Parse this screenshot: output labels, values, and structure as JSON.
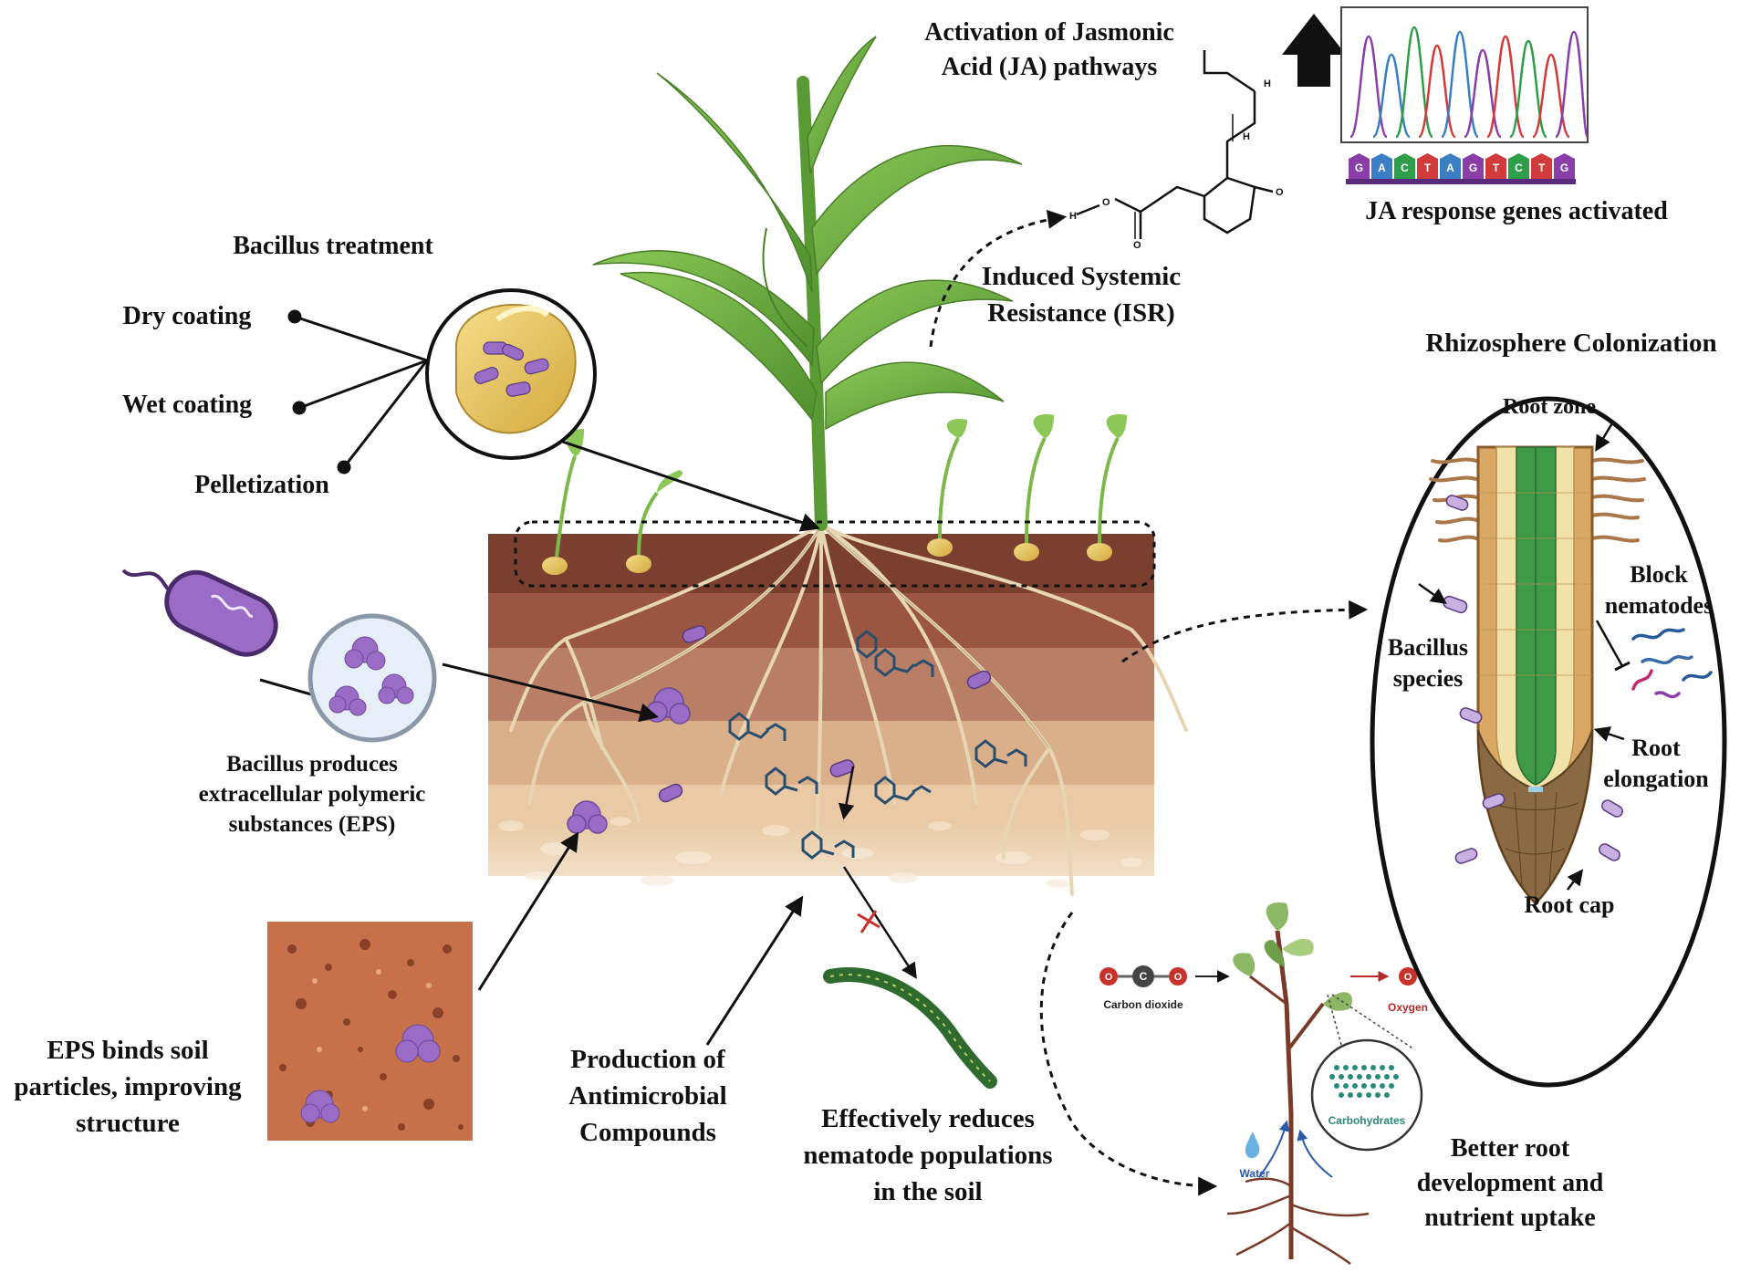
{
  "labels": {
    "bacillus_treatment": "Bacillus treatment",
    "dry_coating": "Dry coating",
    "wet_coating": "Wet coating",
    "pelletization": "Pelletization",
    "eps_line1": "Bacillus produces",
    "eps_line2": "extracellular polymeric",
    "eps_line3": "substances (EPS)",
    "binds_line1": "EPS binds soil",
    "binds_line2": "particles, improving",
    "binds_line3": "structure",
    "antimicrobial_line1": "Production of",
    "antimicrobial_line2": "Antimicrobial",
    "antimicrobial_line3": "Compounds",
    "nematode_line1": "Effectively reduces",
    "nematode_line2": "nematode populations",
    "nematode_line3": "in the soil",
    "isr_line1": "Induced Systemic",
    "isr_line2": "Resistance (ISR)",
    "ja_line1": "Activation of Jasmonic",
    "ja_line2": "Acid (JA) pathways",
    "ja_genes": "JA response genes activated",
    "rhizo_title": "Rhizosphere Colonization",
    "root_zone": "Root zone",
    "block_line1": "Block",
    "block_line2": "nematodes",
    "bacillus_line1": "Bacillus",
    "bacillus_line2": "species",
    "root_elong_line1": "Root",
    "root_elong_line2": "elongation",
    "root_cap": "Root cap",
    "better_line1": "Better root",
    "better_line2": "development and",
    "better_line3": "nutrient uptake",
    "co2": "Carbon dioxide",
    "oxygen": "Oxygen",
    "carbohydrates": "Carbohydrates",
    "water": "Water",
    "atom_o": "O",
    "atom_c": "C"
  },
  "dna_bases": [
    "G",
    "A",
    "C",
    "T",
    "A",
    "G",
    "T",
    "C",
    "T",
    "G"
  ],
  "colors": {
    "base_G": "#8a3fa8",
    "base_A": "#3a7fc4",
    "base_C": "#2f9e4a",
    "base_T": "#d23b3b",
    "bacteria": "#9b6cc6",
    "soil_top": "#7a3f2f",
    "leaf": "#6aa840",
    "nematode": "#2f6a2f"
  }
}
